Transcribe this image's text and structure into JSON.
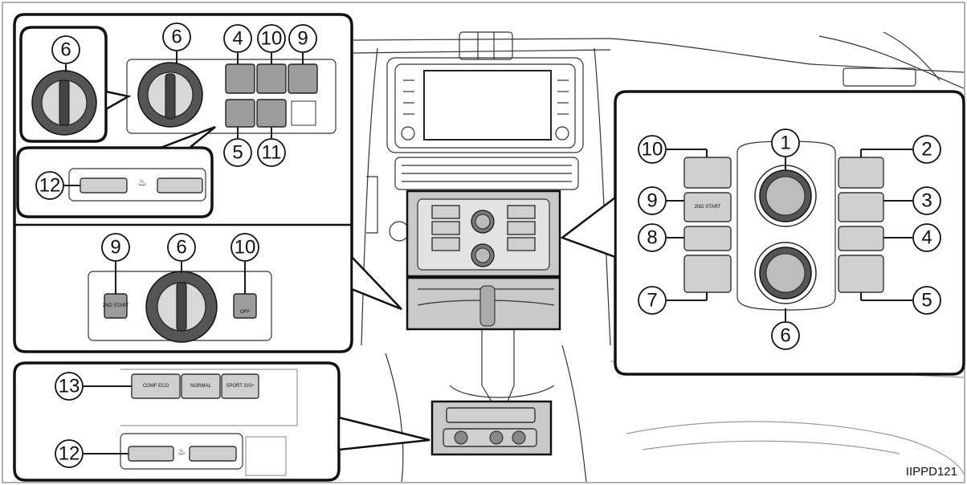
{
  "figure_code": "IIPPD121",
  "callouts": {
    "one": "1",
    "two": "2",
    "three": "3",
    "four": "4",
    "five": "5",
    "six": "6",
    "seven": "7",
    "eight": "8",
    "nine": "9",
    "ten": "10",
    "eleven": "11",
    "twelve": "12",
    "thirteen": "13"
  },
  "buttons": {
    "two_nd_start": "2ND START",
    "off": "OFF",
    "comf_eco": "COMF ECO",
    "normal": "NORMAL",
    "sport": "SPORT S/S+"
  },
  "colors": {
    "line": "#111111",
    "button_fill": "#cfcfcf",
    "background": "#ffffff"
  }
}
